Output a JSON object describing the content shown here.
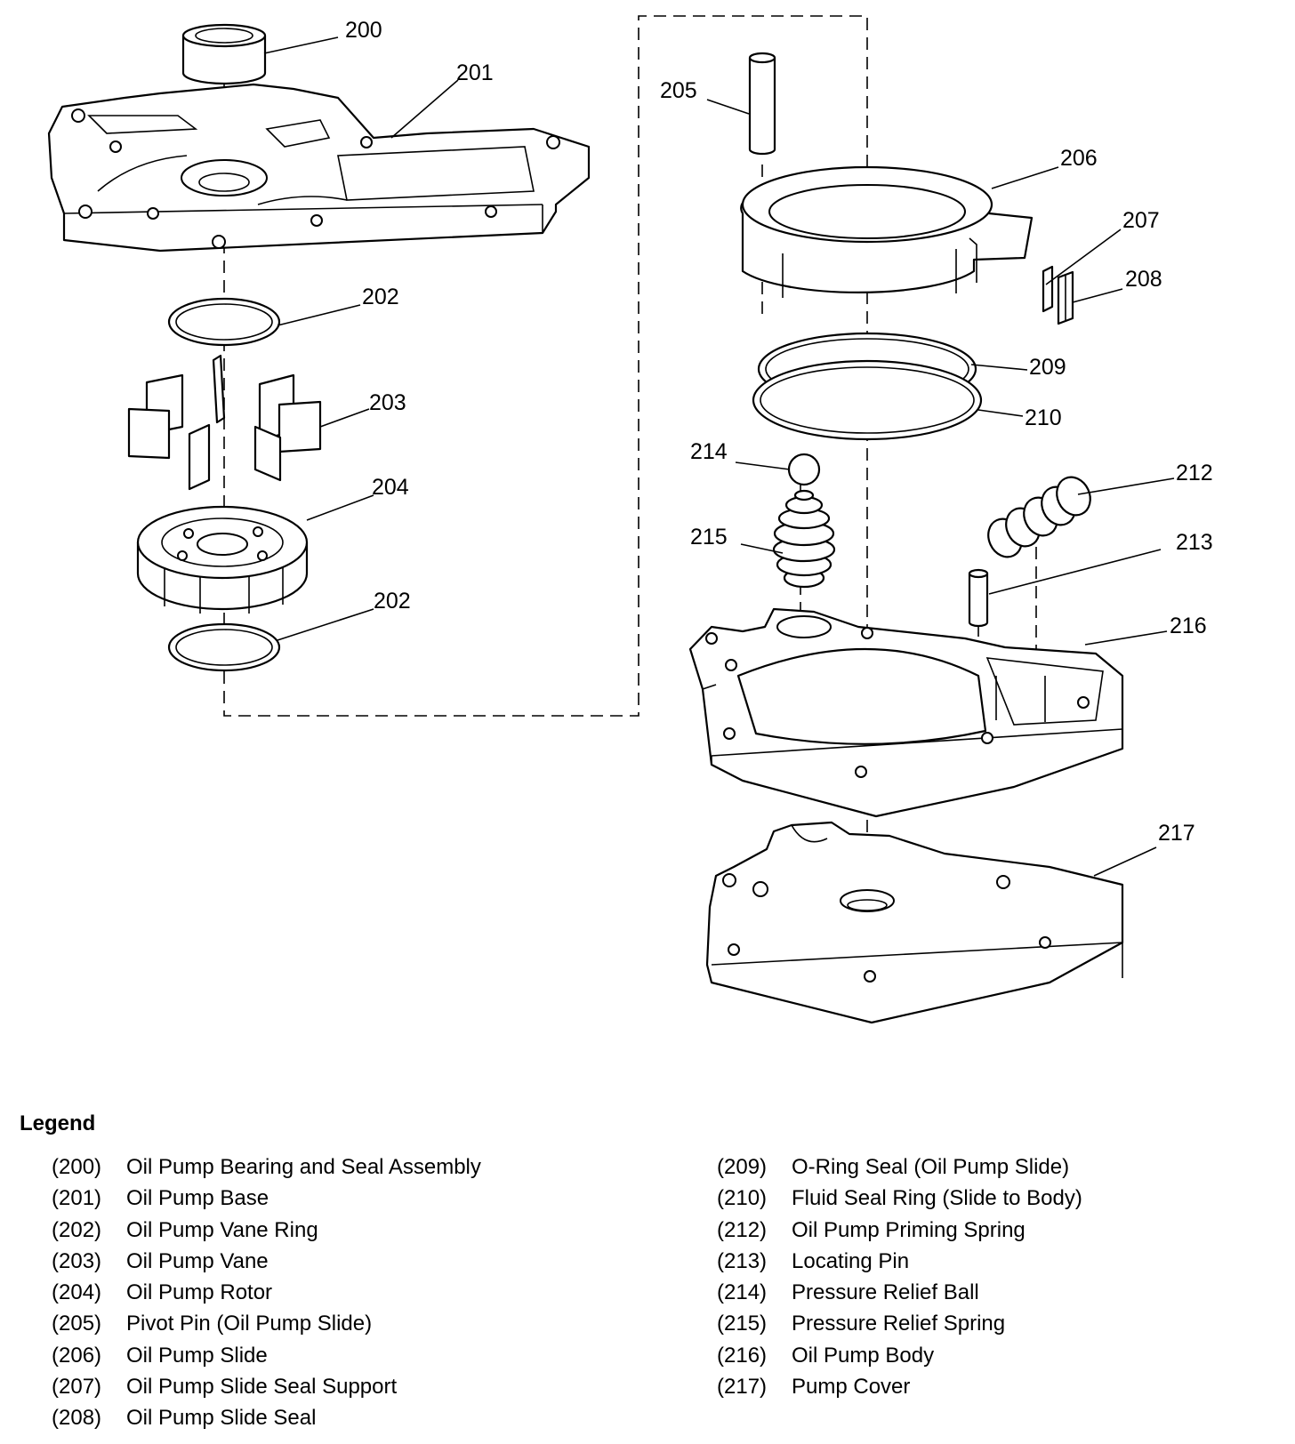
{
  "callouts": {
    "c200": "200",
    "c201": "201",
    "c202a": "202",
    "c202b": "202",
    "c203": "203",
    "c204": "204",
    "c205": "205",
    "c206": "206",
    "c207": "207",
    "c208": "208",
    "c209": "209",
    "c210": "210",
    "c212": "212",
    "c213": "213",
    "c214": "214",
    "c215": "215",
    "c216": "216",
    "c217": "217"
  },
  "legend": {
    "title": "Legend",
    "left": [
      {
        "num": "(200)",
        "label": "Oil Pump Bearing and Seal Assembly"
      },
      {
        "num": "(201)",
        "label": "Oil Pump Base"
      },
      {
        "num": "(202)",
        "label": "Oil Pump Vane Ring"
      },
      {
        "num": "(203)",
        "label": "Oil Pump Vane"
      },
      {
        "num": "(204)",
        "label": "Oil Pump Rotor"
      },
      {
        "num": "(205)",
        "label": "Pivot Pin (Oil Pump Slide)"
      },
      {
        "num": "(206)",
        "label": "Oil Pump Slide"
      },
      {
        "num": "(207)",
        "label": "Oil Pump Slide Seal Support"
      },
      {
        "num": "(208)",
        "label": "Oil Pump Slide Seal"
      }
    ],
    "right": [
      {
        "num": "(209)",
        "label": "O-Ring Seal (Oil Pump Slide)"
      },
      {
        "num": "(210)",
        "label": "Fluid Seal Ring (Slide to Body)"
      },
      {
        "num": "(212)",
        "label": "Oil Pump Priming Spring"
      },
      {
        "num": "(213)",
        "label": "Locating Pin"
      },
      {
        "num": "(214)",
        "label": "Pressure Relief Ball"
      },
      {
        "num": "(215)",
        "label": "Pressure Relief Spring"
      },
      {
        "num": "(216)",
        "label": "Oil Pump Body"
      },
      {
        "num": "(217)",
        "label": "Pump Cover"
      }
    ]
  }
}
